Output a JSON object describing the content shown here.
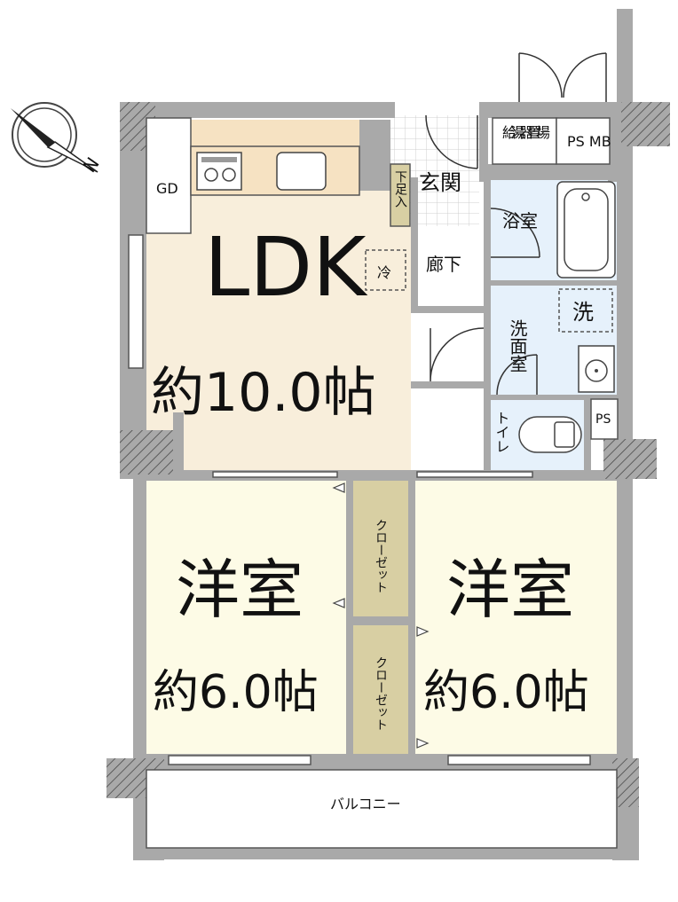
{
  "compass": {
    "north_label": "N"
  },
  "rooms": {
    "ldk": {
      "name": "LDK",
      "area": "約10.0帖"
    },
    "western_left": {
      "name": "洋室",
      "area": "約6.0帖"
    },
    "western_right": {
      "name": "洋室",
      "area": "約6.0帖"
    },
    "entrance": "玄関",
    "hallway": "廊下",
    "bath": "浴室",
    "washroom": "洗面室",
    "toilet": "トイレ",
    "balcony": "バルコニー",
    "shoe_box": "下足入",
    "fridge": "冷",
    "washer": "洗",
    "water_heater": "給湯器置場",
    "ps_mb": "PS MB",
    "ps": "PS",
    "gd": "GD",
    "closet_upper": "クローゼット",
    "closet_lower": "クローゼット"
  },
  "colors": {
    "wall": "#a9a9a9",
    "ldk_floor": "#f8eedb",
    "kitchen_floor": "#f6e2c2",
    "western_floor": "#fdfbe6",
    "wet_floor": "#e6f1fb",
    "closet_floor": "#d8cfa3",
    "balcony_floor": "#ffffff"
  }
}
